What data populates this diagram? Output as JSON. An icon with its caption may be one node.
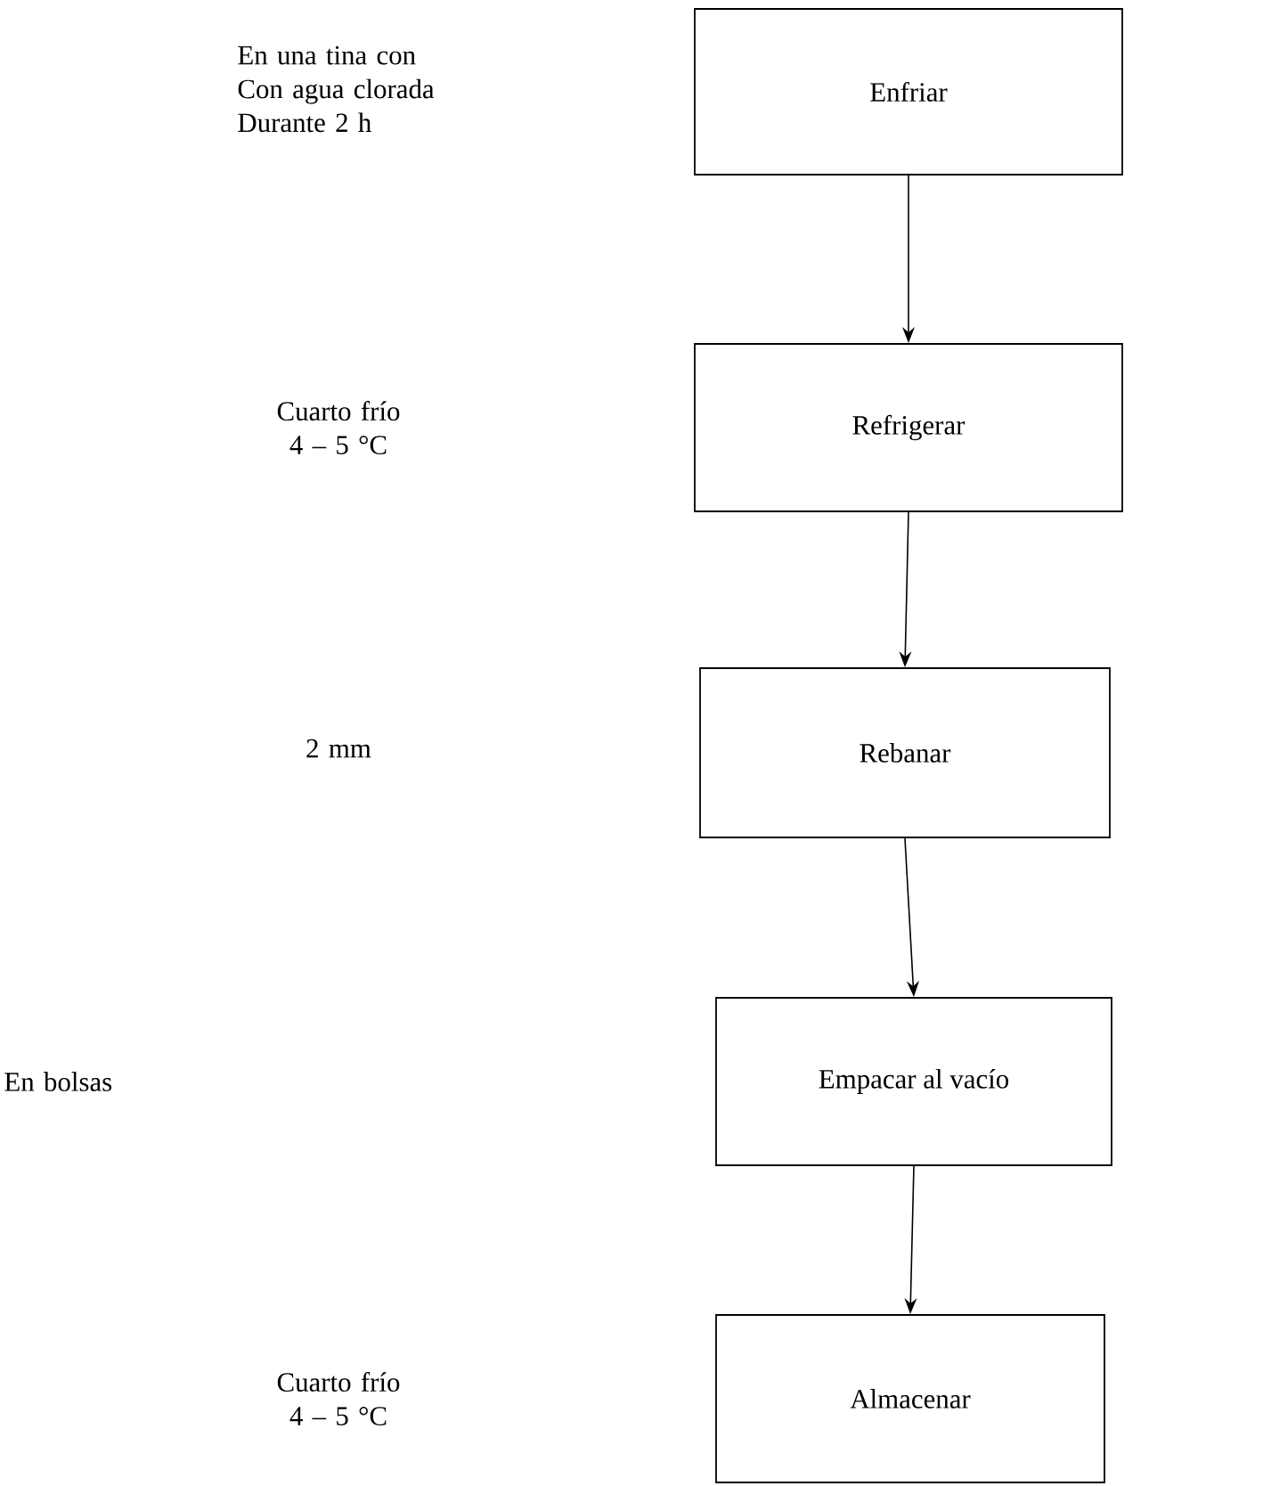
{
  "diagram": {
    "nodes": [
      {
        "text": [
          "Enfriar"
        ]
      },
      {
        "text": [
          "Refrigerar"
        ]
      },
      {
        "text": [
          "Rebanar"
        ]
      },
      {
        "text": [
          "Empacar al vacío"
        ]
      },
      {
        "text": [
          "Almacenar"
        ]
      }
    ],
    "labels": [
      "En una tina con Con agua clorada Durante 2 h",
      "Cuarto frío 4 – 5 °C",
      "2 mm",
      "En bolsas",
      "Cuarto frío 4 – 5 °C"
    ],
    "edges": [
      {
        "from": 0,
        "to": 1,
        "arrow": "to"
      },
      {
        "from": 1,
        "to": 2,
        "arrow": "to"
      },
      {
        "from": 2,
        "to": 3,
        "arrow": "to"
      },
      {
        "from": 3,
        "to": 4,
        "arrow": "to"
      }
    ]
  }
}
